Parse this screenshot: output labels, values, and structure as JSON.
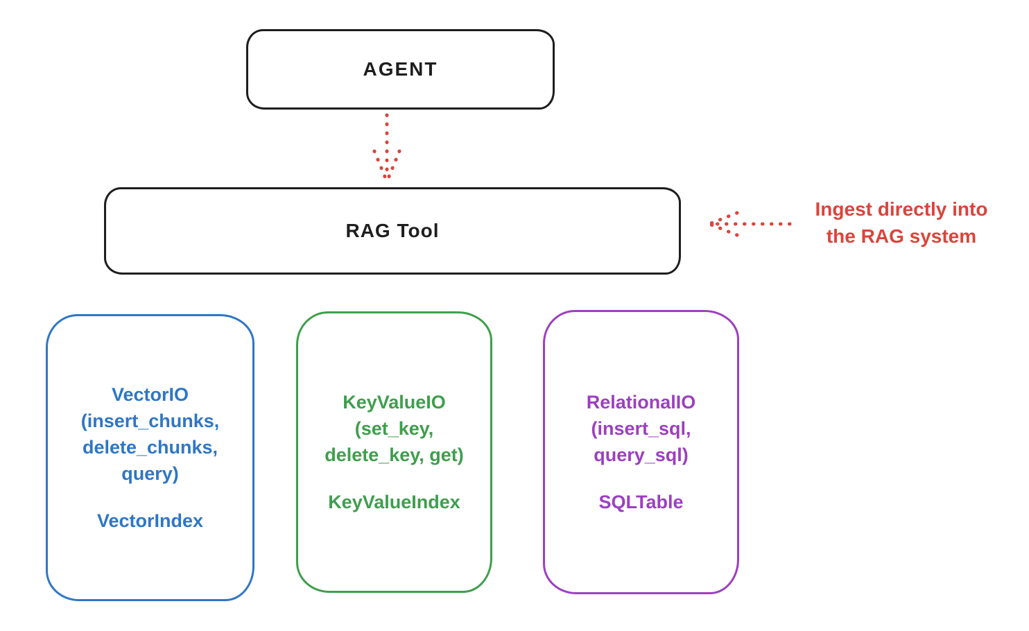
{
  "colors": {
    "ink": "#1e1e1e",
    "accent_red": "#d9453c",
    "vector_blue": "#2f76c5",
    "keyvalue_green": "#3f9e4d",
    "relational_purple": "#9c3fc0",
    "background": "#ffffff"
  },
  "agent_box": {
    "label": "AGENT"
  },
  "rag_tool_box": {
    "label": "RAG Tool"
  },
  "ingest_annotation": {
    "line1": "Ingest directly into",
    "line2": "the RAG system"
  },
  "io_boxes": {
    "vector": {
      "title": "VectorIO",
      "args": [
        "(insert_chunks,",
        "delete_chunks,",
        "query)"
      ],
      "index": "VectorIndex",
      "color": "#2f76c5"
    },
    "keyvalue": {
      "title": "KeyValueIO",
      "args": [
        "(set_key,",
        "delete_key, get)"
      ],
      "index": "KeyValueIndex",
      "color": "#3f9e4d"
    },
    "relational": {
      "title": "RelationalIO",
      "args": [
        "(insert_sql,",
        "query_sql)"
      ],
      "index": "SQLTable",
      "color": "#9c3fc0"
    }
  },
  "arrows": {
    "agent_to_ragtool": "dotted-down-arrow",
    "ingest_into_ragtool": "dotted-left-arrow"
  }
}
